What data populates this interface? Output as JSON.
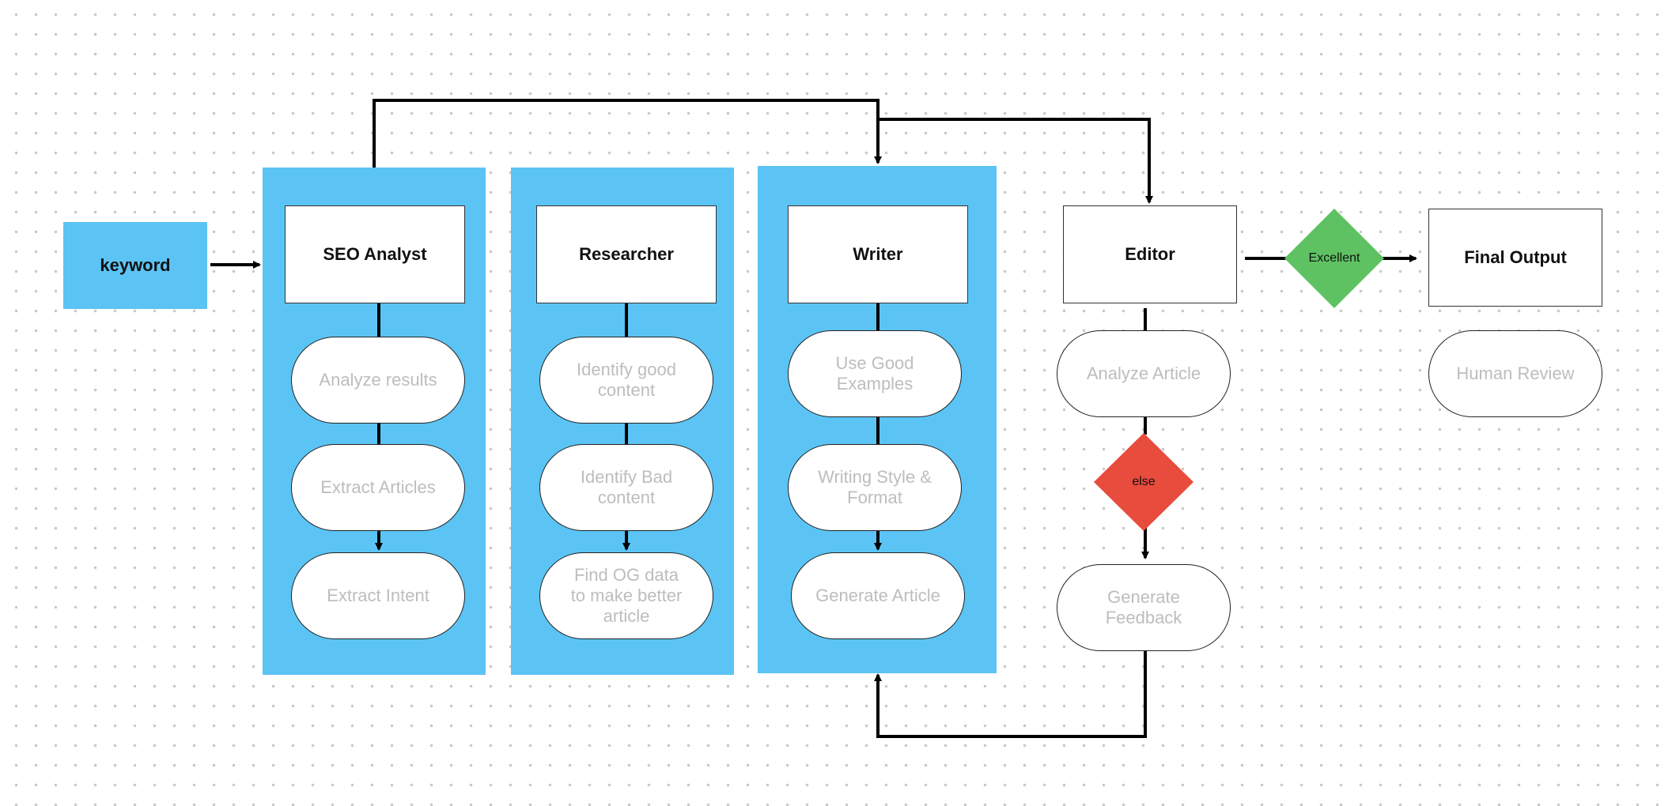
{
  "input": {
    "label": "keyword"
  },
  "columns": [
    {
      "title": "SEO Analyst",
      "steps": [
        "Analyze results",
        "Extract Articles",
        "Extract Intent"
      ]
    },
    {
      "title": "Researcher",
      "steps": [
        "Identify good\ncontent",
        "Identify Bad\ncontent",
        "Find OG data\nto make better\narticle"
      ]
    },
    {
      "title": "Writer",
      "steps": [
        "Use Good\nExamples",
        "Writing Style &\nFormat",
        "Generate Article"
      ]
    }
  ],
  "editor": {
    "title": "Editor",
    "steps": [
      "Analyze Article",
      "Generate\nFeedback"
    ]
  },
  "decisions": {
    "excellent": "Excellent",
    "else": "else"
  },
  "output": {
    "title": "Final Output",
    "step": "Human Review"
  },
  "colors": {
    "panel": "#5bc4f5",
    "decision_excellent": "#5ec262",
    "decision_else": "#e84c3d",
    "step_text": "#bdbdbd"
  }
}
